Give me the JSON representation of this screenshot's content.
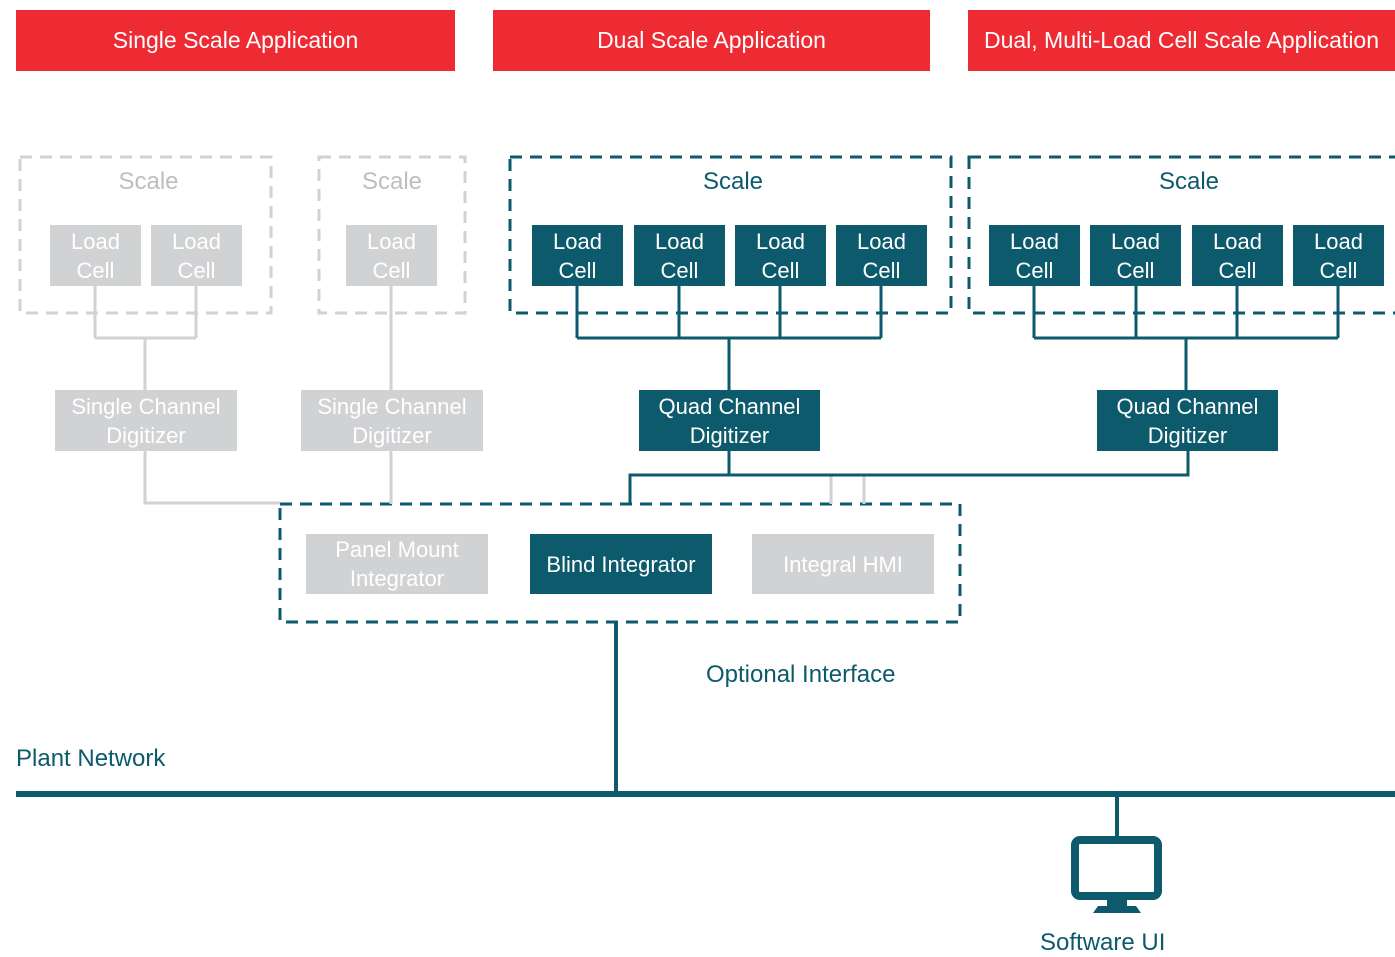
{
  "colors": {
    "banner_red": "#ee2a32",
    "teal": "#0c5a6b",
    "inactive_gray": "#d1d2d4",
    "inactive_text": "#bcbec0"
  },
  "banners": {
    "single": "Single Scale Application",
    "dual": "Dual Scale Application",
    "multi": "Dual, Multi-Load Cell Scale Application"
  },
  "scales": {
    "s1": "Scale",
    "s2": "Scale",
    "s3": "Scale",
    "s4": "Scale"
  },
  "load_cell_label": "Load\nCell",
  "digitizers": {
    "single1": "Single Channel\nDigitizer",
    "single2": "Single Channel\nDigitizer",
    "quad1": "Quad Channel\nDigitizer",
    "quad2": "Quad Channel\nDigitizer"
  },
  "integrators": {
    "panel_mount": "Panel Mount\nIntegrator",
    "blind": "Blind Integrator",
    "hmi": "Integral HMI"
  },
  "optional_interface": "Optional Interface",
  "plant_network": "Plant Network",
  "software_ui": "Software UI",
  "icons": {
    "software": "monitor-icon"
  }
}
